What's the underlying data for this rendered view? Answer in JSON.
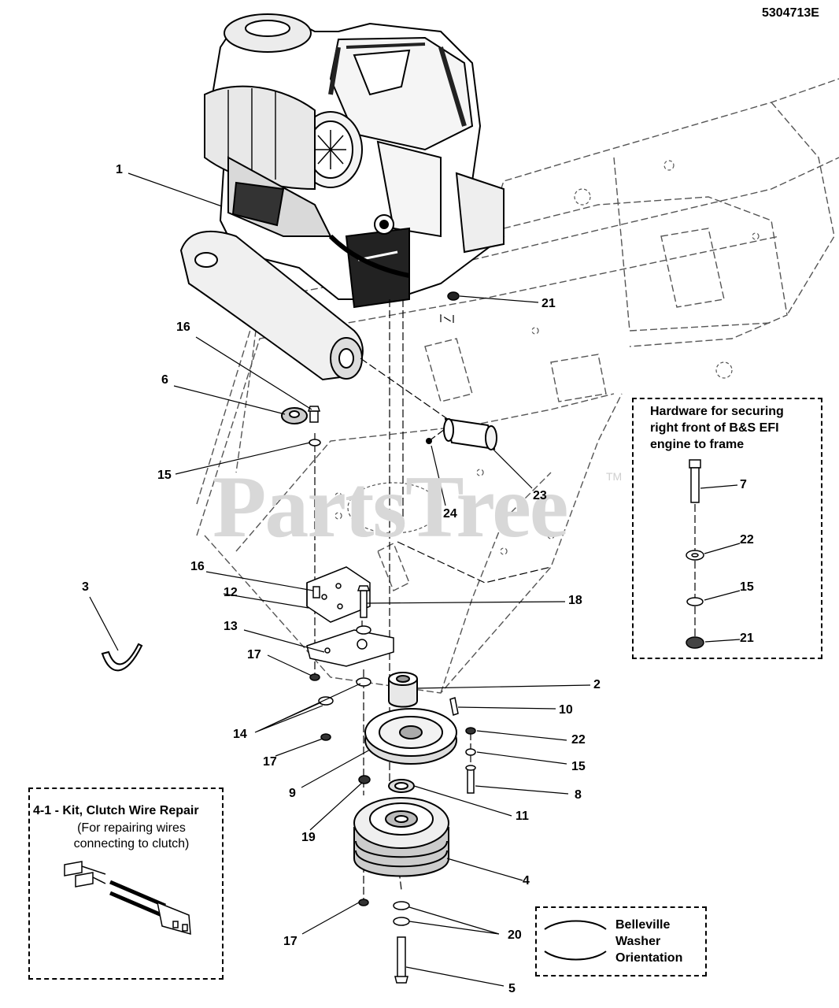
{
  "document_id": "5304713E",
  "watermark": "PartsTree",
  "watermark_tm": "TM",
  "hardware_box": {
    "title_lines": [
      "Hardware for securing",
      "right front of B&S EFI",
      "engine to frame"
    ]
  },
  "kit_box": {
    "title": "4-1 - Kit, Clutch Wire Repair",
    "subtitle_lines": [
      "(For repairing wires",
      "connecting to clutch)"
    ]
  },
  "belleville_box": {
    "title_lines": [
      "Belleville",
      "Washer",
      "Orientation"
    ]
  },
  "callouts": [
    {
      "id": "c1",
      "text": "1"
    },
    {
      "id": "c21a",
      "text": "21"
    },
    {
      "id": "c16a",
      "text": "16"
    },
    {
      "id": "c6",
      "text": "6"
    },
    {
      "id": "c15a",
      "text": "15"
    },
    {
      "id": "c24",
      "text": "24"
    },
    {
      "id": "c23",
      "text": "23"
    },
    {
      "id": "c7",
      "text": "7"
    },
    {
      "id": "c22a",
      "text": "22"
    },
    {
      "id": "c15b",
      "text": "15"
    },
    {
      "id": "c21b",
      "text": "21"
    },
    {
      "id": "c3",
      "text": "3"
    },
    {
      "id": "c16b",
      "text": "16"
    },
    {
      "id": "c12",
      "text": "12"
    },
    {
      "id": "c18",
      "text": "18"
    },
    {
      "id": "c13",
      "text": "13"
    },
    {
      "id": "c17a",
      "text": "17"
    },
    {
      "id": "c2",
      "text": "2"
    },
    {
      "id": "c10",
      "text": "10"
    },
    {
      "id": "c14",
      "text": "14"
    },
    {
      "id": "c17b",
      "text": "17"
    },
    {
      "id": "c22b",
      "text": "22"
    },
    {
      "id": "c15c",
      "text": "15"
    },
    {
      "id": "c9",
      "text": "9"
    },
    {
      "id": "c8",
      "text": "8"
    },
    {
      "id": "c11",
      "text": "11"
    },
    {
      "id": "c19",
      "text": "19"
    },
    {
      "id": "c4",
      "text": "4"
    },
    {
      "id": "c17c",
      "text": "17"
    },
    {
      "id": "c20",
      "text": "20"
    },
    {
      "id": "c5",
      "text": "5"
    }
  ]
}
